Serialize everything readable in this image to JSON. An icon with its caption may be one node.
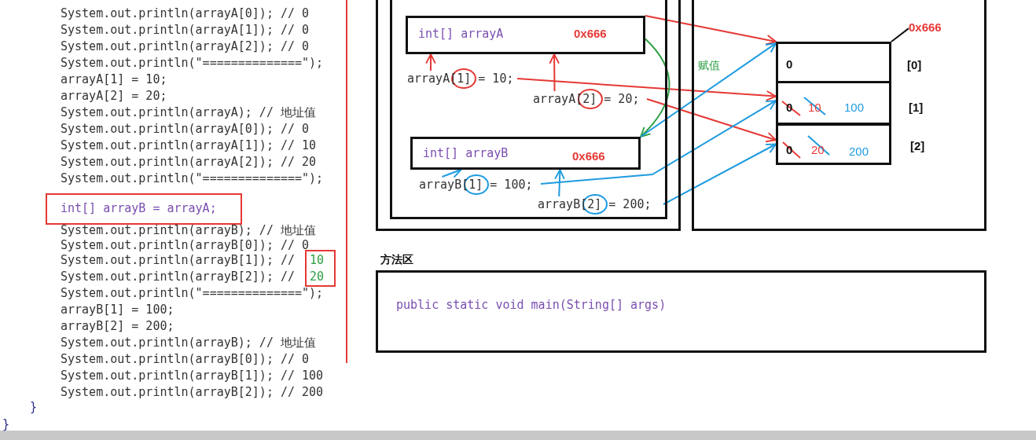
{
  "diagram": {
    "nodes": [
      {
        "text": [],
        "shape": "box"
      },
      {
        "text": [],
        "shape": "box",
        "in": 0
      },
      {
        "text": [
          "int[] arrayA",
          "0x666"
        ],
        "in": 1
      },
      {
        "text": [
          "arrayA[1] = 10;"
        ],
        "in": 1
      },
      {
        "text": [
          "arrayA[2] = 20;"
        ],
        "in": 1
      },
      {
        "text": [
          "int[] arrayB",
          "0x666"
        ],
        "in": 1
      },
      {
        "text": [
          "arrayB[1] = 100;"
        ],
        "in": 1
      },
      {
        "text": [
          "arrayB[2] = 200;"
        ],
        "in": 1
      },
      {
        "text": [],
        "shape": "box"
      },
      {
        "text": [
          "0"
        ],
        "beside": [
          "[0]"
        ],
        "in": 8
      },
      {
        "text": [
          "0",
          "10",
          "100"
        ],
        "beside": [
          "[1]"
        ],
        "in": 8
      },
      {
        "text": [
          "0",
          "20",
          "200"
        ],
        "beside": [
          "[2]"
        ],
        "in": 8
      },
      {
        "text": [
          "0x666"
        ],
        "in": 8
      },
      {
        "text": [
          "方法区",
          "public static void main(String[] args)"
        ]
      },
      {
        "text": [
          "int[] arrayB = arrayA;"
        ]
      },
      {
        "text": [
          "10",
          "20"
        ]
      }
    ],
    "edges": [
      {
        "from": 2,
        "to": 9,
        "arrow": "to",
        "color": "#e53935"
      },
      {
        "from": 3,
        "to": 2,
        "arrow": "to",
        "color": "#e53935"
      },
      {
        "from": 4,
        "to": 2,
        "arrow": "to",
        "color": "#e53935"
      },
      {
        "from": 3,
        "to": 10,
        "arrow": "to",
        "color": "#e53935"
      },
      {
        "from": 4,
        "to": 11,
        "arrow": "to",
        "color": "#e53935"
      },
      {
        "from": 2,
        "to": 5,
        "arrow": "to",
        "color": "#2e9e44"
      },
      {
        "from": 6,
        "to": 5,
        "arrow": "to",
        "color": "#1e9be0"
      },
      {
        "from": 7,
        "to": 5,
        "arrow": "to",
        "color": "#1e9be0"
      },
      {
        "from": 5,
        "to": 9,
        "arrow": "to",
        "color": "#1e9be0"
      },
      {
        "from": 6,
        "to": 10,
        "arrow": "to",
        "color": "#1e9be0"
      },
      {
        "from": 7,
        "to": 11,
        "arrow": "to",
        "color": "#1e9be0"
      },
      {
        "from": 12,
        "to": 9,
        "arrow": "none",
        "color": "#111111"
      }
    ],
    "labels": [
      "System.out.println(arrayA[0]); // 0",
      "System.out.println(arrayA[1]); // 0",
      "System.out.println(arrayA[2]); // 0",
      "System.out.println(\"==============\");",
      "arrayA[1] = 10;",
      "arrayA[2] = 20;",
      "System.out.println(arrayA); // 地址值",
      "System.out.println(arrayA[0]); // 0",
      "System.out.println(arrayA[1]); // 10",
      "System.out.println(arrayA[2]); // 20",
      "System.out.println(\"==============\");",
      "System.out.println(arrayB); // 地址值",
      "System.out.println(arrayB[0]); // 0",
      "System.out.println(arrayB[1]); //",
      "System.out.println(arrayB[2]); //",
      "System.out.println(\"==============\");",
      "arrayB[1] = 100;",
      "arrayB[2] = 200;",
      "System.out.println(arrayB); // 地址值",
      "System.out.println(arrayB[0]); // 0",
      "System.out.println(arrayB[1]); // 100",
      "System.out.println(arrayB[2]); // 200",
      "}",
      "}",
      "赋值"
    ]
  }
}
